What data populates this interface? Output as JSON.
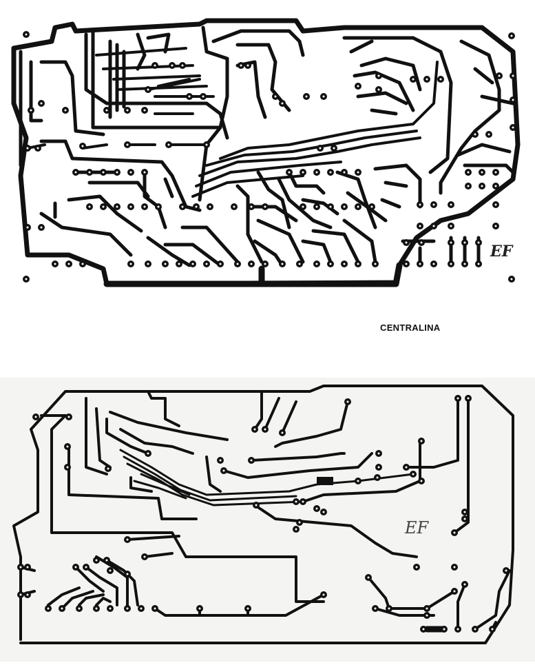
{
  "caption": "CENTRALINA",
  "top_board_initials": "EF",
  "bottom_board_initials": "EF",
  "colors": {
    "copper": "#111111",
    "paper": "#ffffff",
    "bottom_paper": "#f4f4f2"
  }
}
